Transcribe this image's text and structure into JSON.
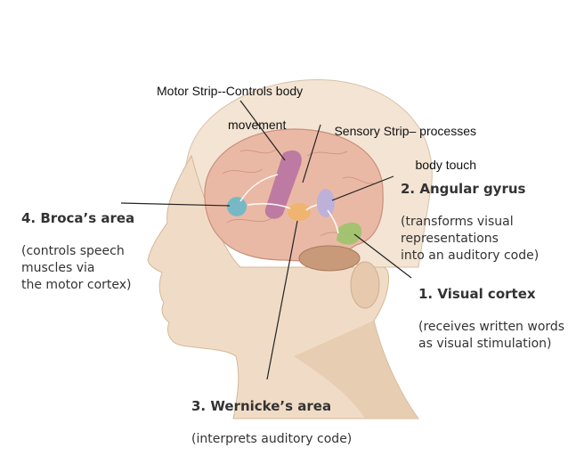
{
  "labels": {
    "motor_strip": {
      "line1": "Motor Strip--Controls body",
      "line2": "movement"
    },
    "sensory_strip": {
      "line1": "Sensory Strip– processes",
      "line2": "body touch"
    },
    "broca": {
      "title": "4. Broca’s area",
      "desc": "(controls speech\nmuscles via\nthe motor cortex)"
    },
    "angular": {
      "title": "2. Angular gyrus",
      "desc": "(transforms visual\nrepresentations\ninto an auditory code)"
    },
    "visual": {
      "title": "1. Visual cortex",
      "desc": "(receives written words\nas visual stimulation)"
    },
    "wernicke": {
      "title": "3. Wernicke’s area",
      "desc": "(interprets auditory code)"
    }
  },
  "colors": {
    "skin": "#efd9c2",
    "skin_shadow": "#d9b99b",
    "brain": "#e9b9a6",
    "motor": "#b56ea1",
    "broca": "#69b9c9",
    "wernicke": "#f0b46a",
    "angular": "#b8b0e0",
    "visual": "#9cc46b",
    "cerebellum": "#c99a7a"
  }
}
